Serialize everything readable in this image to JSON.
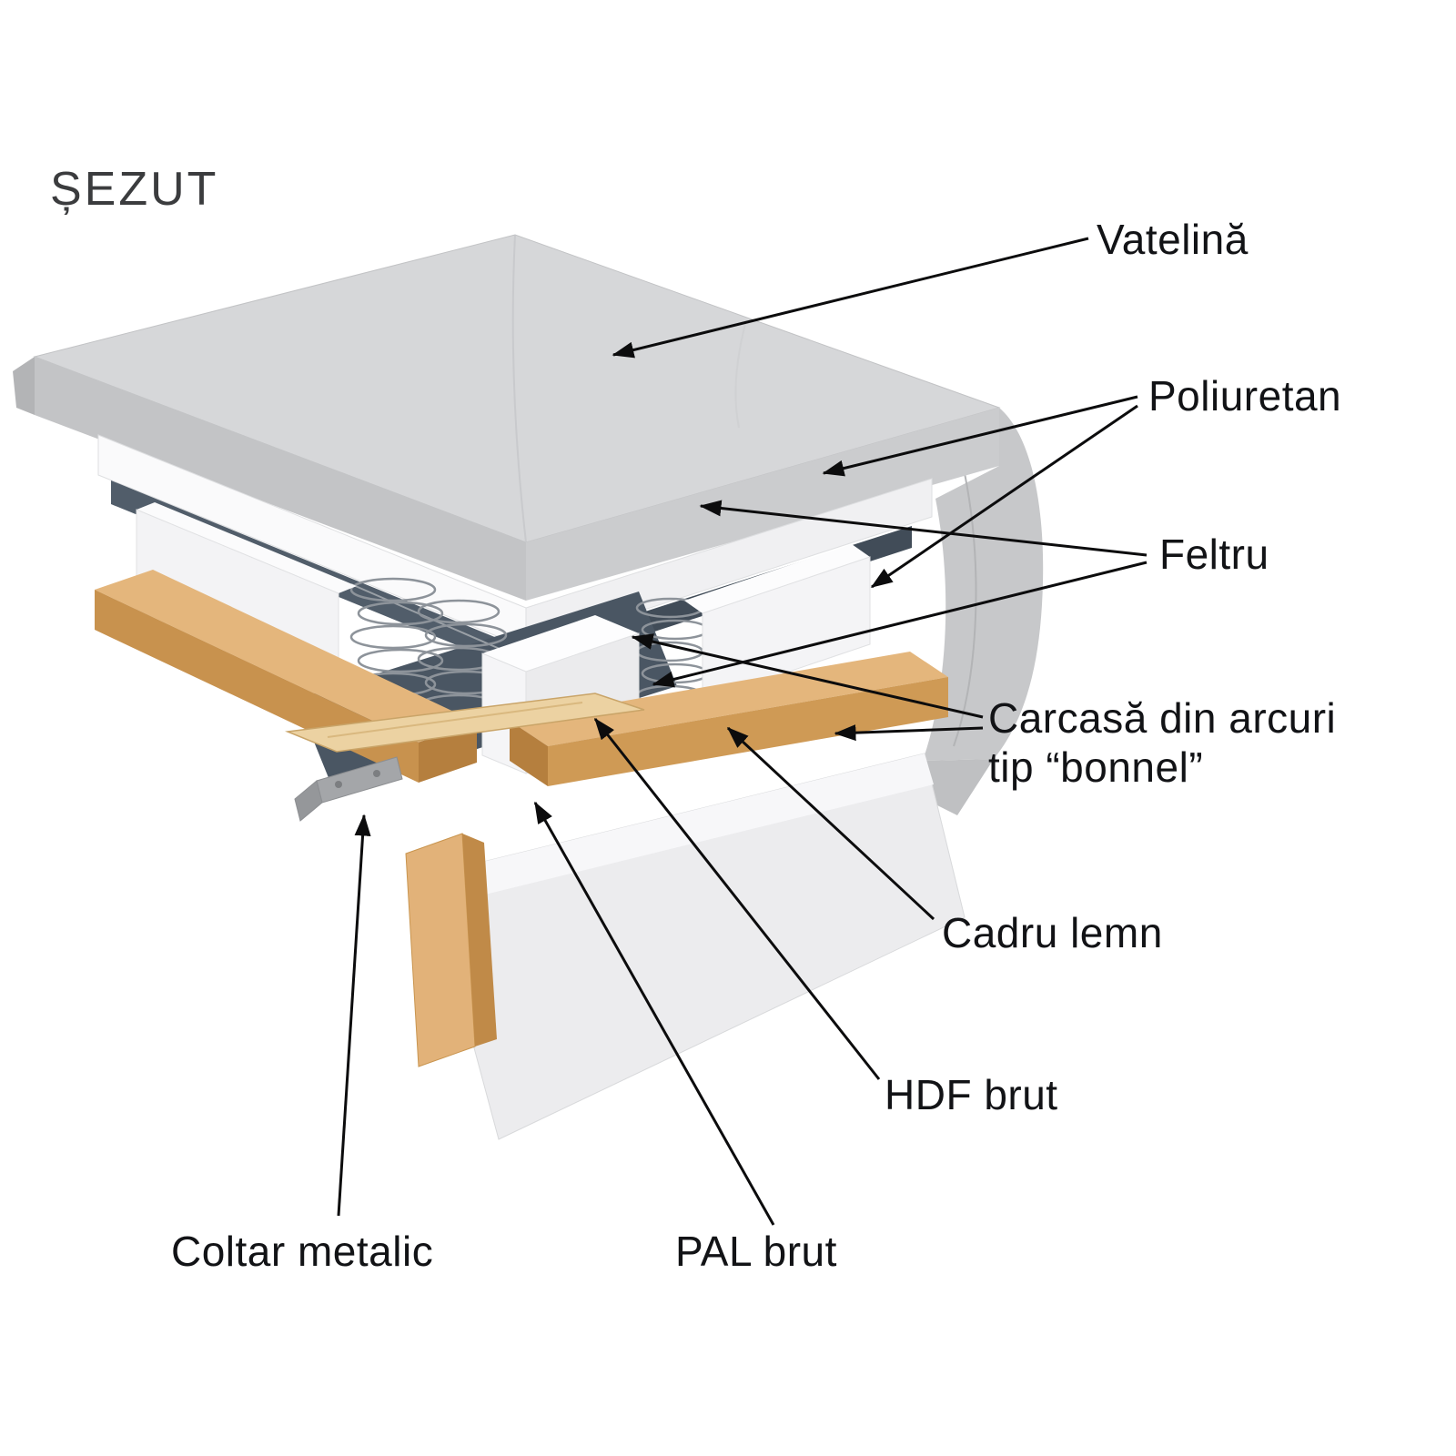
{
  "diagram": {
    "title": "ȘEZUT",
    "labels": {
      "vatelina": "Vatelină",
      "poliuretan": "Poliuretan",
      "feltru": "Feltru",
      "carcasa_line1": "Carcasă din arcuri",
      "carcasa_line2": "tip “bonnel”",
      "cadru_lemn": "Cadru lemn",
      "hdf_brut": "HDF brut",
      "pal_brut": "PAL brut",
      "coltar_metalic": "Coltar metalic"
    },
    "colors": {
      "background": "#ffffff",
      "label_text": "#121316",
      "title_text": "#3b3c3e",
      "leader_line": "#0c0c0d",
      "fabric_gray": "#d6d7d9",
      "fabric_gray_shade": "#c7c8ca",
      "foam_white": "#fafafb",
      "felt_dark": "#4a5663",
      "wood_tan": "#e4b67c",
      "wood_tan_shade": "#c8924e",
      "hdf_board": "#ecd2a2",
      "metal_gray": "#a4a6a9",
      "base_panel_white": "#ececee",
      "spring_wire": "#8d939a"
    }
  }
}
